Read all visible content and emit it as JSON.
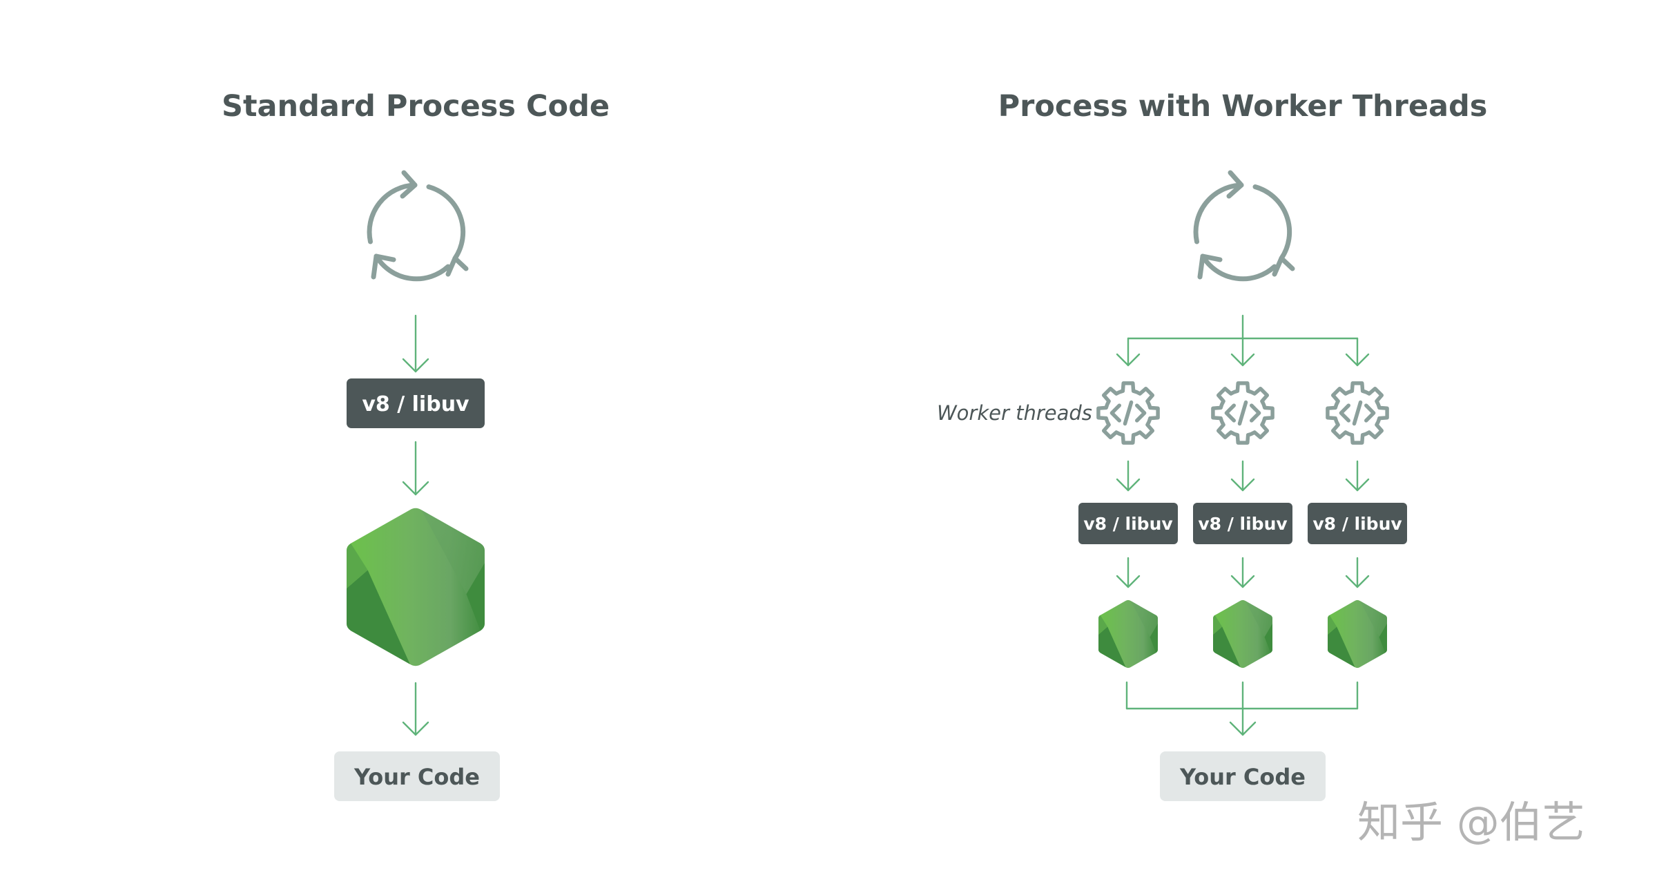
{
  "left_panel": {
    "title": "Standard Process Code",
    "cycle_icon": "event-loop-cycle-icon",
    "engine_box": "v8 / libuv",
    "node_icon": "nodejs-hexagon-icon",
    "code_box": "Your Code"
  },
  "right_panel": {
    "title": "Process with Worker Threads",
    "cycle_icon": "event-loop-cycle-icon",
    "worker_label": "Worker threads",
    "workers": [
      {
        "gear_icon": "gear-code-icon",
        "engine_box": "v8 / libuv",
        "node_icon": "nodejs-hexagon-icon"
      },
      {
        "gear_icon": "gear-code-icon",
        "engine_box": "v8 / libuv",
        "node_icon": "nodejs-hexagon-icon"
      },
      {
        "gear_icon": "gear-code-icon",
        "engine_box": "v8 / libuv",
        "node_icon": "nodejs-hexagon-icon"
      }
    ],
    "code_box": "Your Code"
  },
  "watermark": "知乎 @伯艺",
  "colors": {
    "text_dark": "#4d5758",
    "box_dark": "#4d5758",
    "box_light": "#e3e7e7",
    "arrow_green": "#5fb37a",
    "icon_gray": "#8b9f9b",
    "node_green_light": "#6cc24a",
    "node_green_dark": "#3e8b3e"
  }
}
